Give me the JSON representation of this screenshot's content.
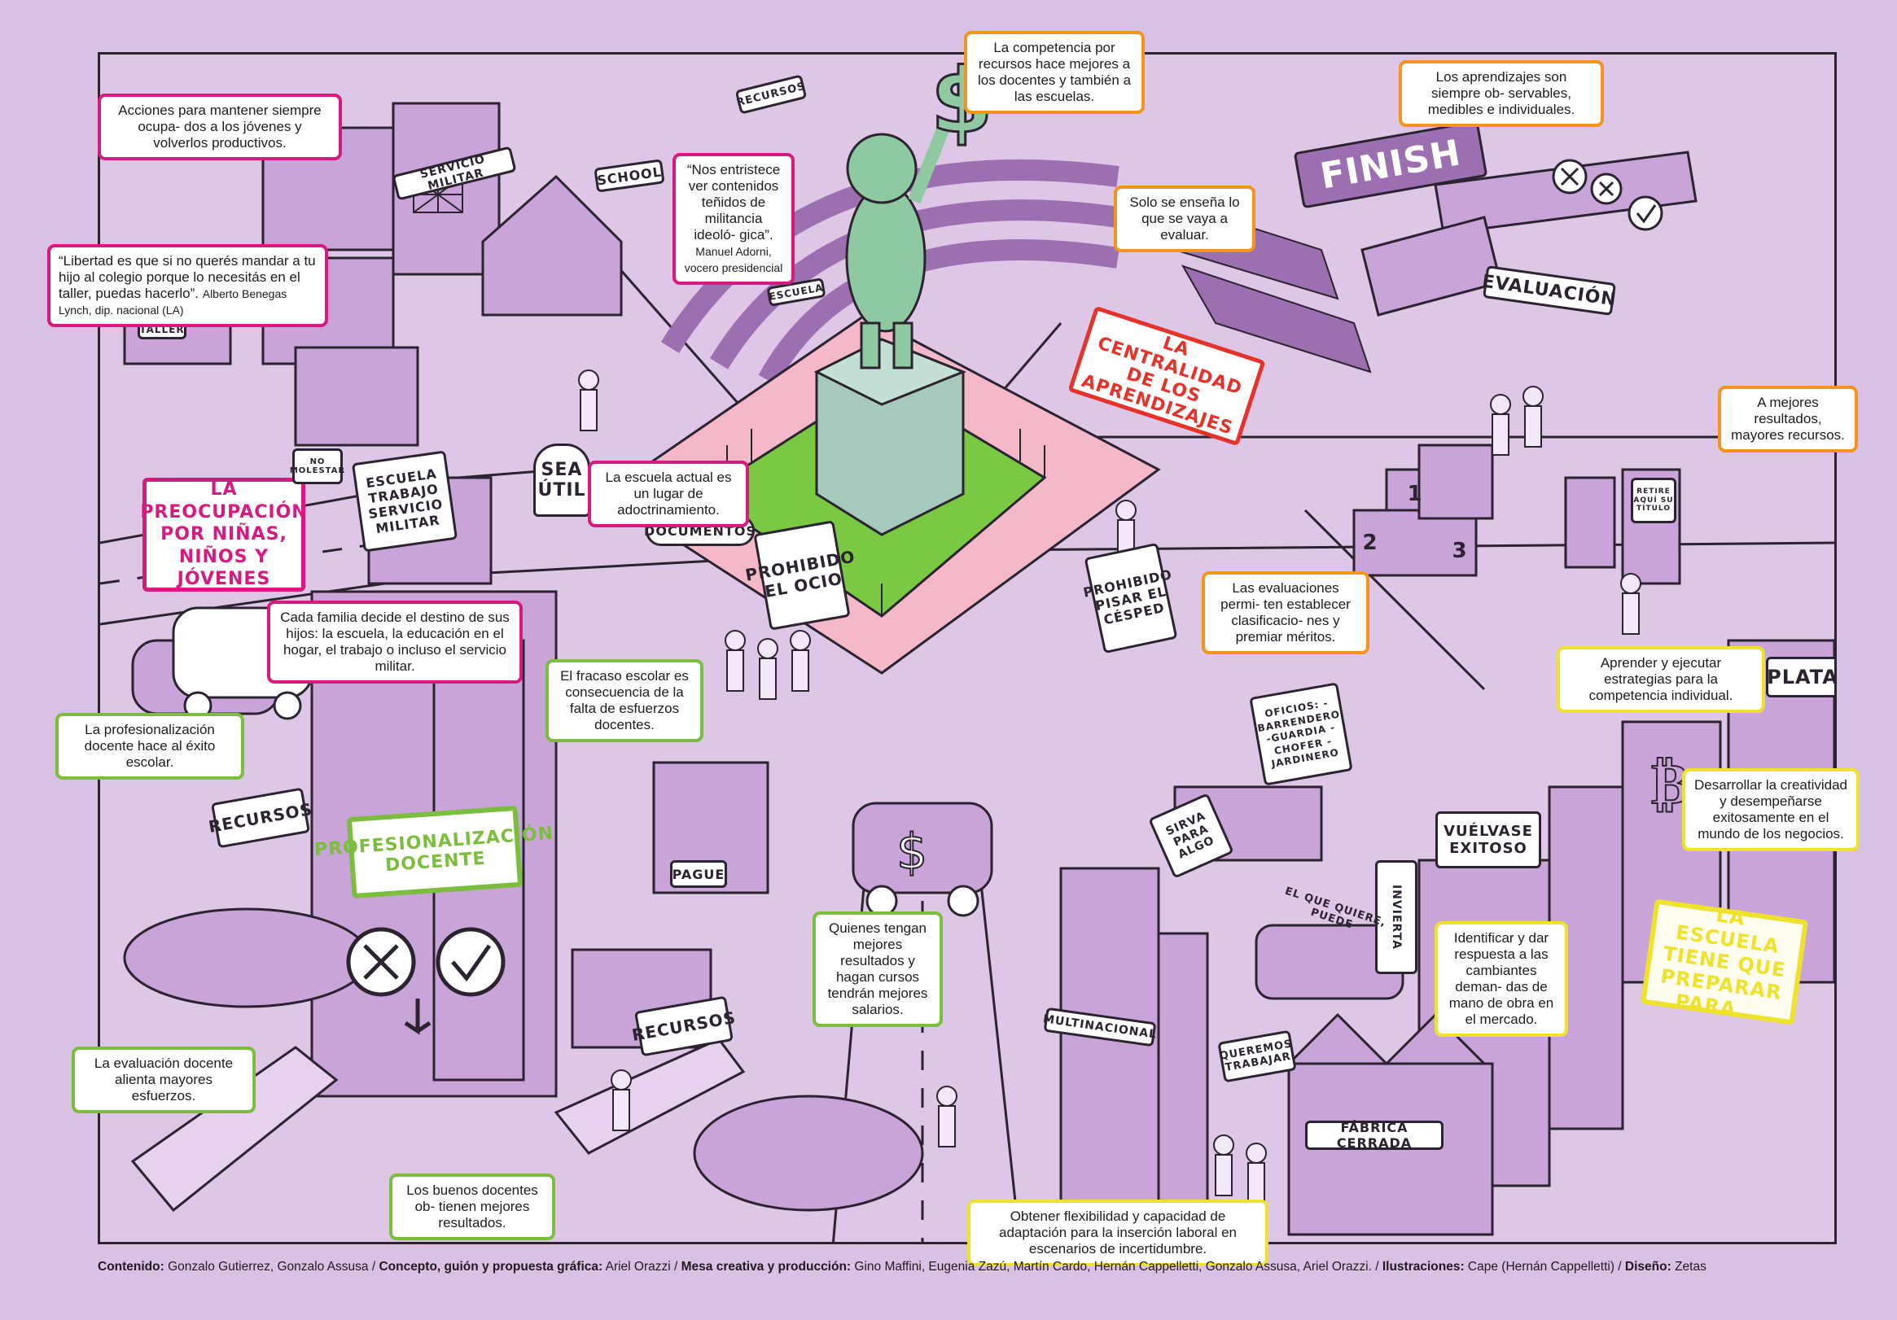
{
  "notes": {
    "acciones": "Acciones para mantener siempre ocupa- dos a los jóvenes y volverlos productivos.",
    "libertad": "“Libertad es que si no querés mandar a tu hijo al colegio porque lo necesitás en el taller, puedas hacerlo”.",
    "libertad_author": "Alberto Benegas Lynch, dip. nacional (LA)",
    "entristece": "“Nos entristece ver contenidos teñidos de militancia ideoló- gica”.",
    "entristece_author": "Manuel Adorni, vocero presidencial",
    "competencia": "La competencia por recursos hace mejores a los docentes y también a las escuelas.",
    "solo_ensena": "Solo se enseña lo que se vaya a evaluar.",
    "aprendizajes_obs": "Los aprendizajes son siempre ob- servables, medibles e individuales.",
    "mejores_resultados": "A mejores resultados, mayores recursos.",
    "adoctrinamiento": "La escuela actual es un lugar de adoctrinamiento.",
    "cada_familia": "Cada familia decide el destino de sus hijos: la escuela, la educación en el hogar, el trabajo o incluso el servicio militar.",
    "evaluaciones": "Las evaluaciones permi- ten establecer clasificacio- nes y premiar méritos.",
    "fracaso": "El fracaso escolar es consecuencia de la falta de esfuerzos docentes.",
    "profesionalizacion_note": "La profesionalización docente hace al éxito escolar.",
    "quienes": "Quienes tengan mejores resultados y hagan cursos tendrán mejores salarios.",
    "evaluacion_docente": "La evaluación docente alienta mayores esfuerzos.",
    "buenos_docentes": "Los buenos docentes ob- tienen mejores resultados.",
    "aprender_ejecutar": "Aprender y ejecutar estrategias para la competencia individual.",
    "creatividad": "Desarrollar la creatividad y desempeñarse exitosamente en el mundo de los negocios.",
    "identificar": "Identificar y dar respuesta a las cambiantes deman- das de mano de obra en el mercado.",
    "flexibilidad": "Obtener flexibilidad y capacidad de adaptación para la inserción laboral en escenarios de incertidumbre."
  },
  "signs": {
    "preocupacion": "LA PREOCUPACIÓN POR NIÑAS, NIÑOS Y JÓVENES",
    "centralidad": "LA CENTRALIDAD DE LOS APRENDIZAJES",
    "profesionalizacion": "PROFESIONALIZACIÓN DOCENTE",
    "escuela_preparar": "LA ESCUELA TIENE QUE PREPARAR PARA...",
    "finish": "FINISH",
    "evaluacion": "EVALUACIÓN",
    "servicio_militar": "SERVICIO MILITAR",
    "school": "SCHOOL",
    "recursos_top": "RECURSOS",
    "escuela_small": "ESCUELA",
    "taller": "TALLER",
    "no_molestar": "NO MOLESTAR",
    "escuela_trabajo": "ESCUELA TRABAJO SERVICIO MILITAR",
    "sea_util": "SEA ÚTIL",
    "documentos": "DOCUMENTOS",
    "prohibido_ocio": "PROHIBIDO EL OCIO",
    "prohibido_cesped": "PROHIBIDO PISAR EL CÉSPED",
    "recursos_left": "RECURSOS",
    "recursos_bottom": "RECURSOS",
    "pague": "PAGUE",
    "oficios": "OFICIOS: -BARRENDERO -GUARDIA -CHOFER -JARDINERO",
    "sirva": "SIRVA PARA ALGO",
    "invierta": "INVIERTA",
    "vuelvase": "VUÉLVASE EXITOSO",
    "el_que_quiere": "EL QUE QUIERE, PUEDE",
    "multinacional": "MULTINACIONAL",
    "queremos": "QUEREMOS TRABAJAR",
    "fabrica": "FÁBRICA CERRADA",
    "plata": "PLATA",
    "retire": "RETIRE AQUÍ SU TÍTULO",
    "podium": [
      "1",
      "2",
      "3"
    ]
  },
  "credits": {
    "l1": "Contenido:",
    "v1": " Gonzalo Gutierrez, Gonzalo Assusa / ",
    "l2": "Concepto, guión y propuesta gráfica:",
    "v2": " Ariel Orazzi / ",
    "l3": "Mesa creativa y producción:",
    "v3": " Gino Maffini, Eugenia Zazú, Martín Cardo, Hernán Cappelletti, Gonzalo Assusa, Ariel Orazzi. / ",
    "l4": "Ilustraciones:",
    "v4": " Cape (Hernán Cappelletti) / ",
    "l5": "Diseño:",
    "v5": " Zetas"
  },
  "colors": {
    "pink": "#d8197f",
    "orange": "#f2941e",
    "green": "#7bbd3c",
    "yellow": "#efe22c",
    "background": "#d9c1e3",
    "statue": "#8fc9a1",
    "grass": "#7ac943",
    "plaza": "#f4b8c9"
  },
  "icons": [
    "dollar-icon",
    "bitcoin-icon",
    "cross-icon",
    "check-icon",
    "arrow-down-icon"
  ]
}
